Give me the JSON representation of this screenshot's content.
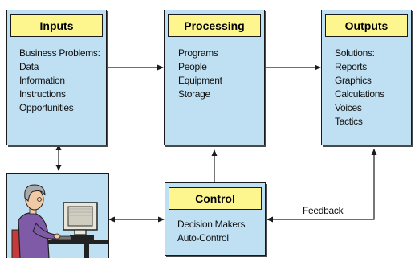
{
  "inputs": {
    "title": "Inputs",
    "items": [
      "Business Problems:",
      "Data",
      "Information",
      "Instructions",
      "Opportunities"
    ]
  },
  "processing": {
    "title": "Processing",
    "items": [
      "Programs",
      "People",
      "Equipment",
      "Storage"
    ]
  },
  "outputs": {
    "title": "Outputs",
    "items": [
      "Solutions:",
      "Reports",
      "Graphics",
      "Calculations",
      "Voices",
      "Tactics"
    ]
  },
  "control": {
    "title": "Control",
    "items": [
      "Decision Makers",
      "Auto-Control"
    ]
  },
  "feedback": {
    "label": "Feedback"
  },
  "colors": {
    "box_fill": "#bfe0f2",
    "title_fill": "#fdf58e",
    "stroke": "#1a1a1a"
  },
  "icons": {
    "user": "person-at-computer-icon"
  }
}
